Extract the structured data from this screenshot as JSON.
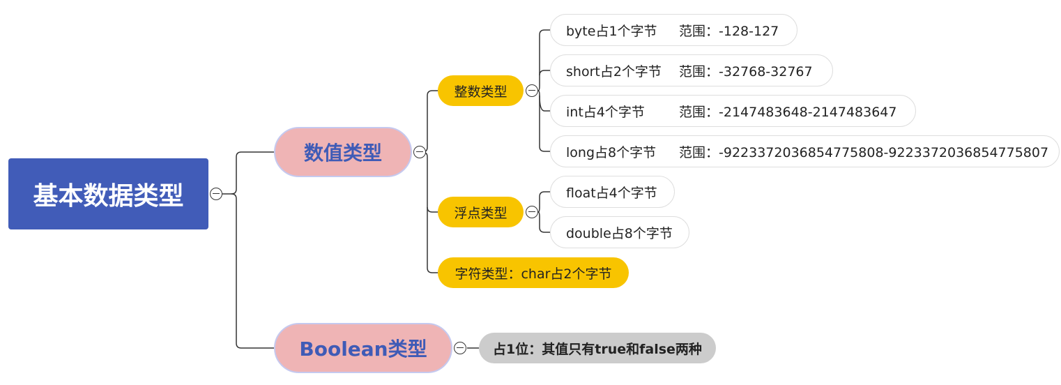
{
  "root": {
    "label": "基本数据类型"
  },
  "branches": {
    "numeric": {
      "label": "数值类型",
      "integer": {
        "label": "整数类型",
        "items": [
          {
            "name": "byte占1个字节",
            "range": "范围：-128-127"
          },
          {
            "name": "short占2个字节",
            "range": "范围：-32768-32767"
          },
          {
            "name": "int占4个字节",
            "range": "范围：-2147483648-2147483647"
          },
          {
            "name": "long占8个字节",
            "range": "范围：-9223372036854775808-9223372036854775807"
          }
        ]
      },
      "float": {
        "label": "浮点类型",
        "items": [
          {
            "name": "float占4个字节"
          },
          {
            "name": "double占8个字节"
          }
        ]
      },
      "char": {
        "label": "字符类型：char占2个字节"
      }
    },
    "boolean": {
      "label": "Boolean类型",
      "description": "占1位：其值只有true和false两种"
    }
  },
  "colors": {
    "root": "#415cb8",
    "level1": "#efb4b5",
    "level1_text": "#3f5bb6",
    "level2": "#f8c400",
    "boolean_desc": "#cccccc",
    "connector": "#333333"
  },
  "icons": {
    "collapse": "collapse-circle-minus-icon"
  }
}
